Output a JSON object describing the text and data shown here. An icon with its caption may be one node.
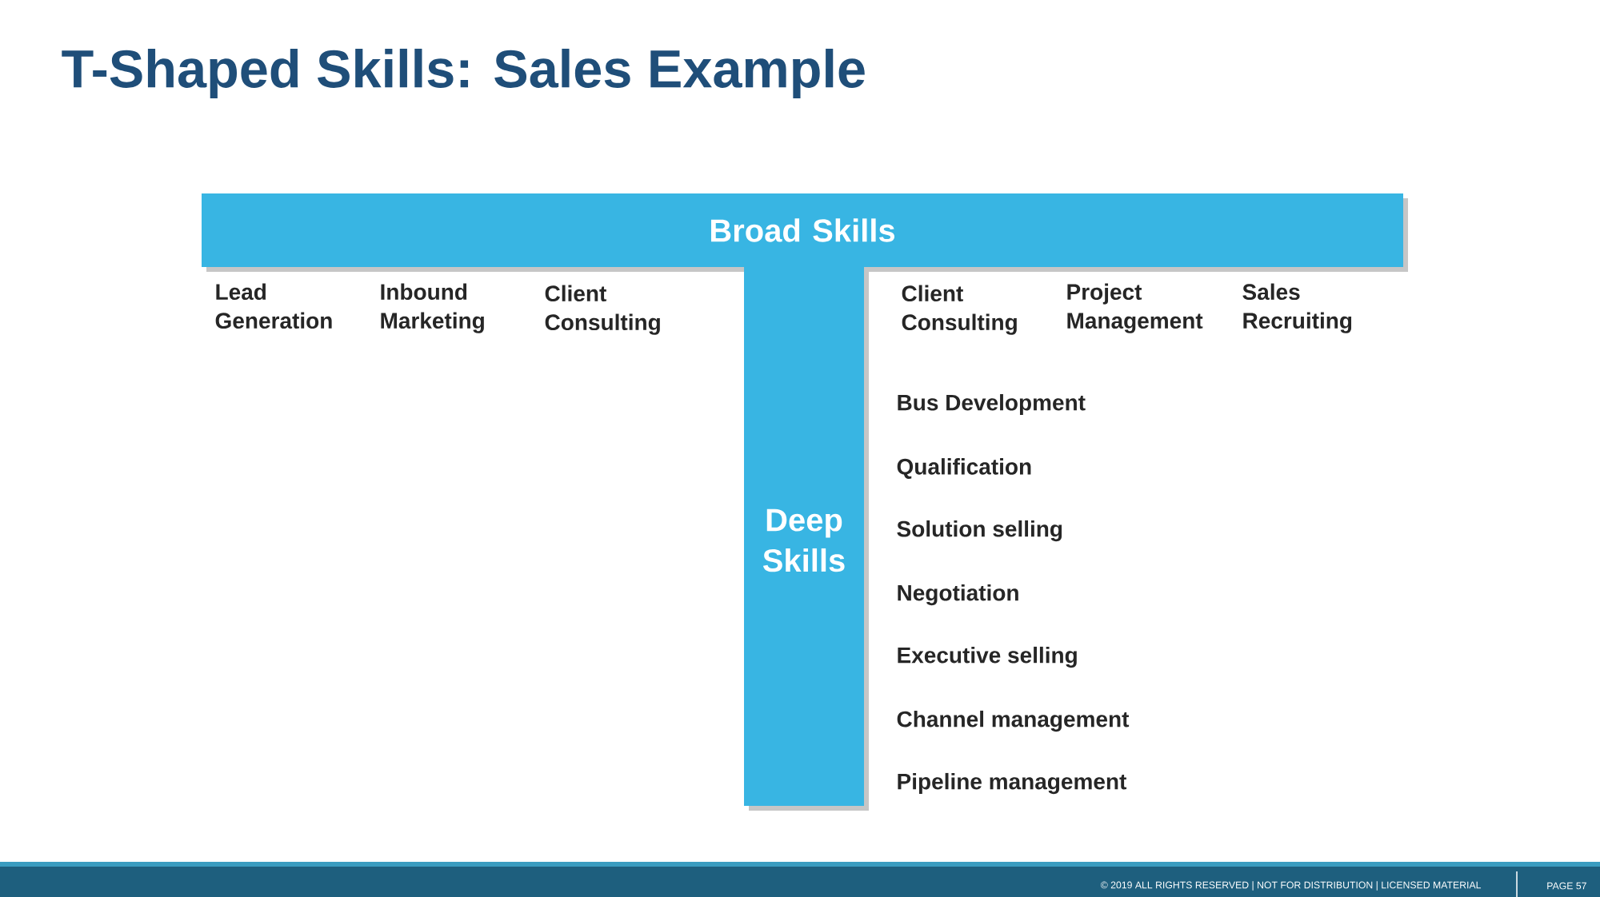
{
  "diagram": {
    "title": "T-Shaped Skills:  Sales Example",
    "nodes": [
      {
        "text": [
          "Broad Skills"
        ]
      },
      {
        "text": [
          "Deep Skills"
        ]
      }
    ],
    "edges": [],
    "labels": [
      "Lead Generation",
      "Inbound Marketing",
      "Client Consulting",
      "Client Consulting",
      "Project Management",
      "Sales Recruiting",
      "Bus Development",
      "Qualification",
      "Solution selling",
      "Negotiation",
      "Executive selling",
      "Channel management",
      "Pipeline management",
      "© 2019 ALL RIGHTS RESERVED | NOT FOR DISTRIBUTION | LICENSED MATERIAL",
      "PAGE 57"
    ]
  }
}
